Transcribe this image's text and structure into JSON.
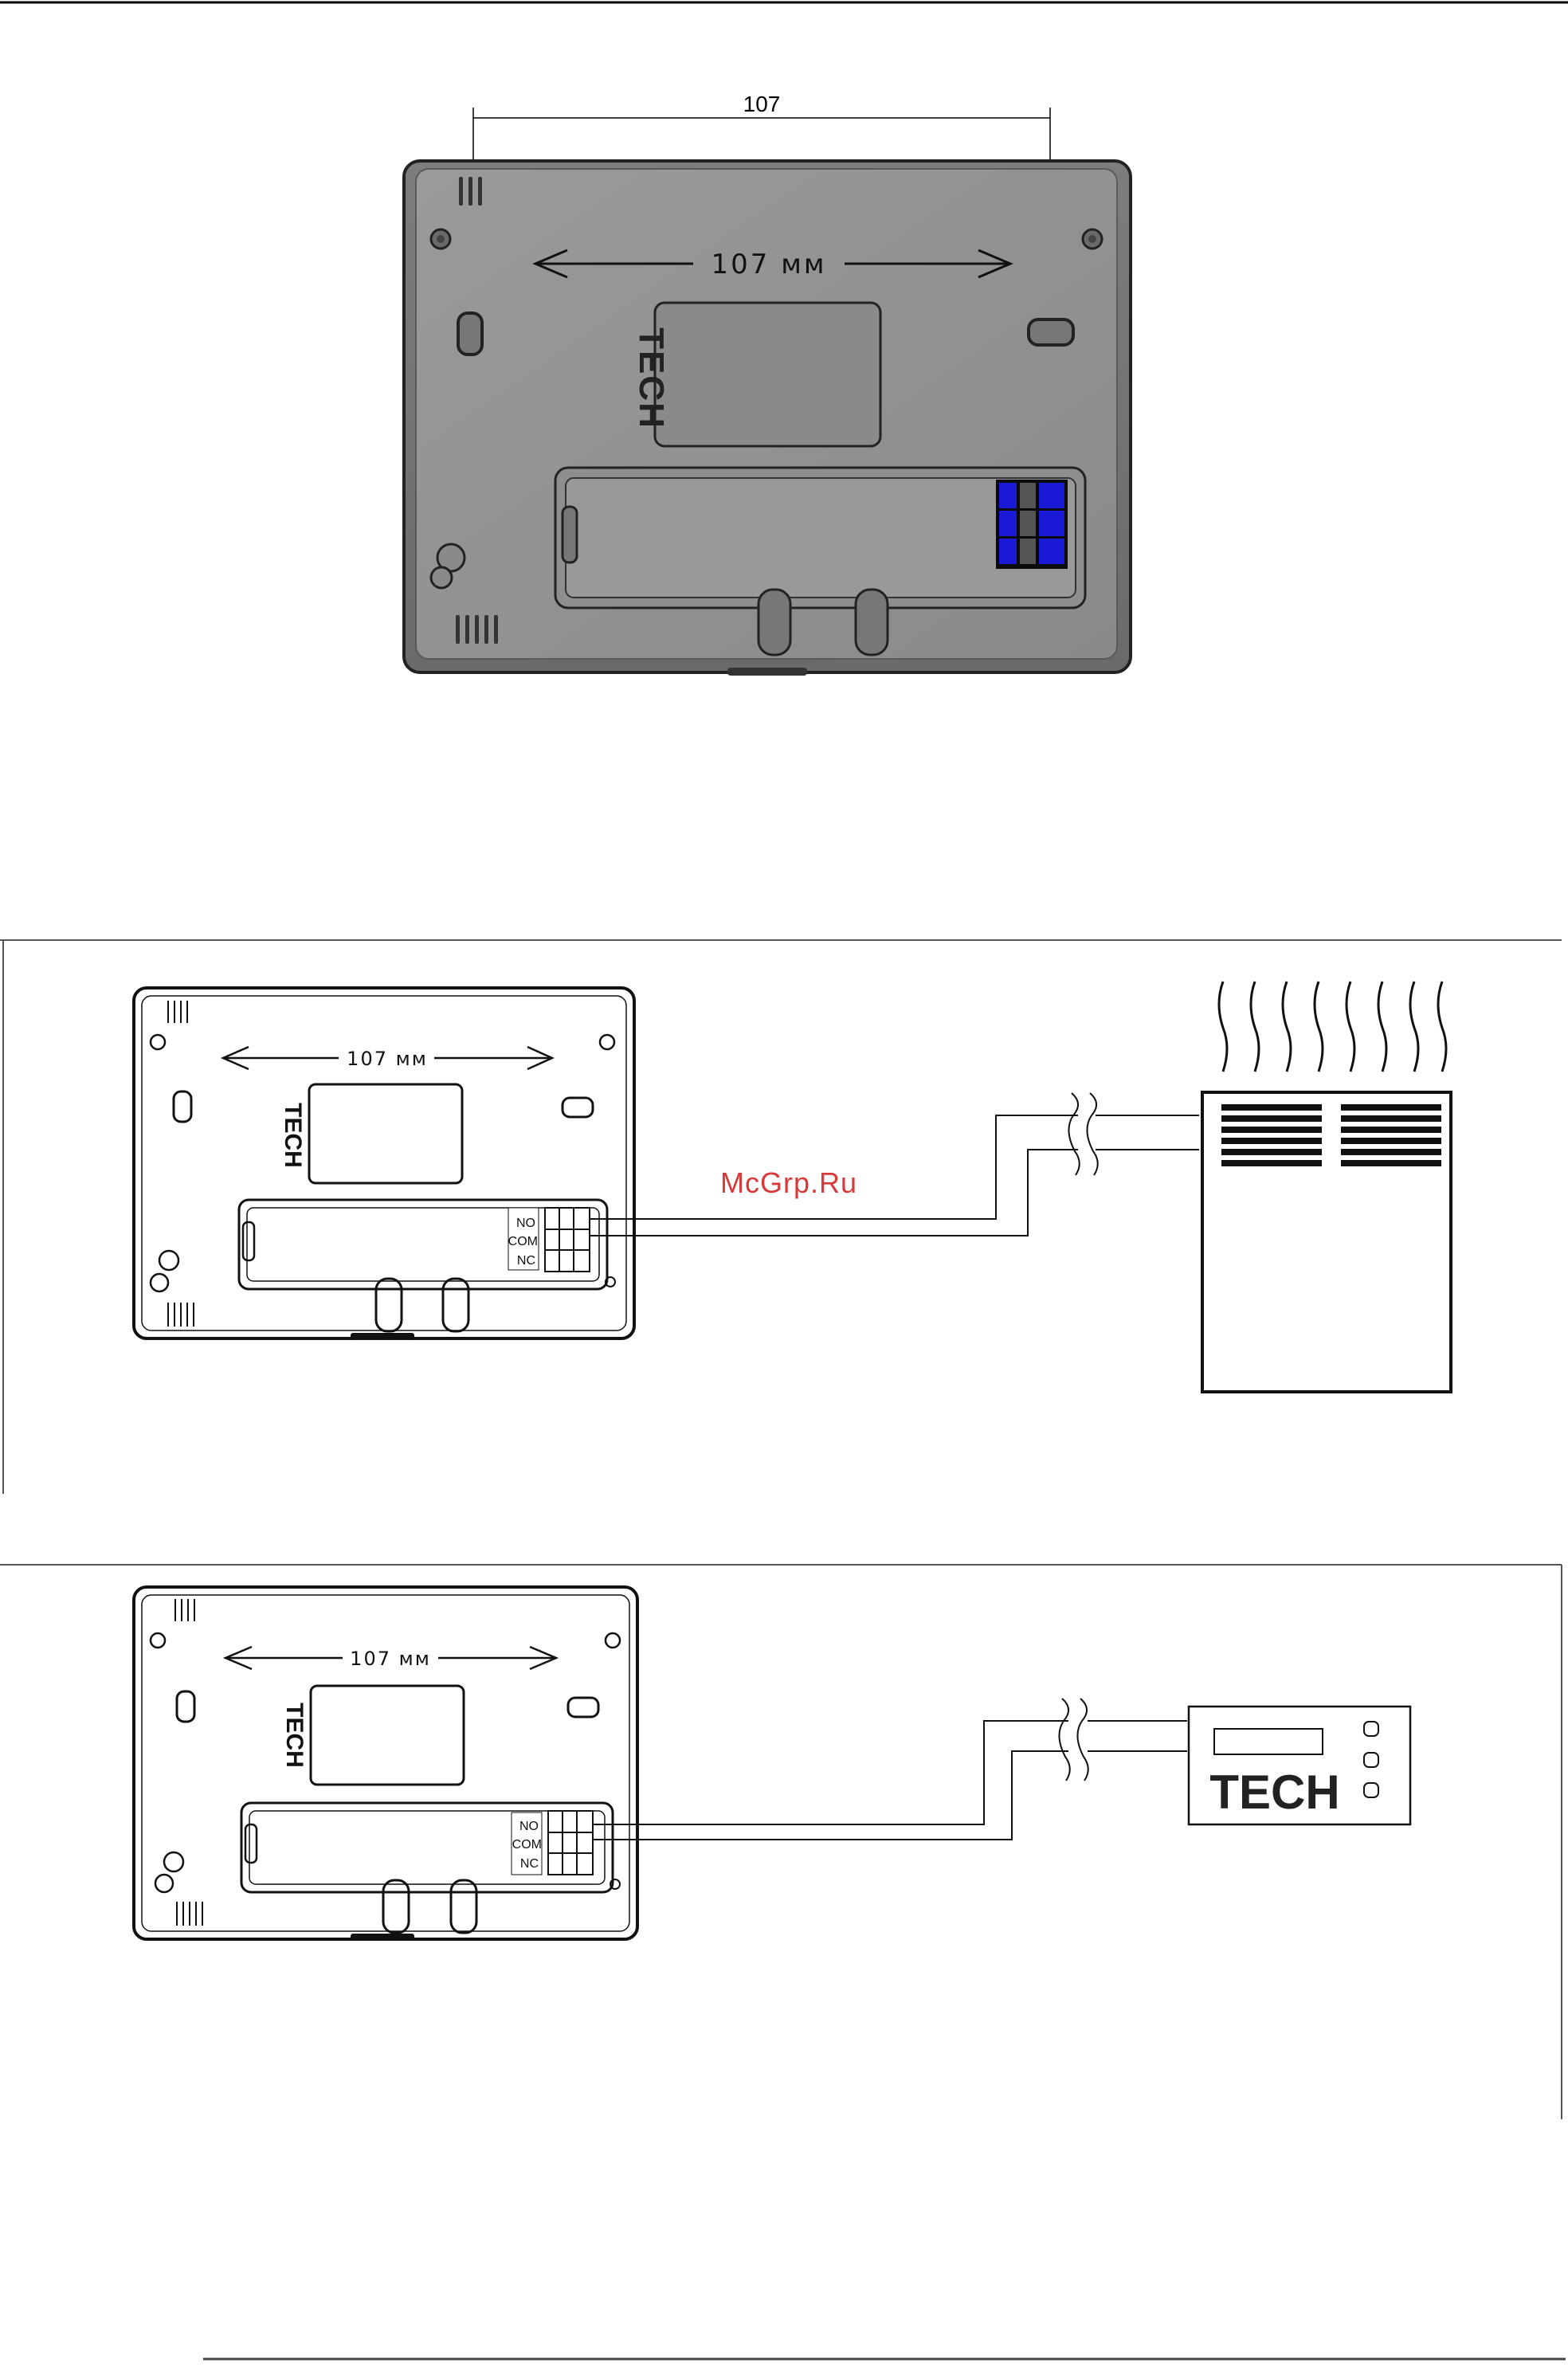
{
  "top_figure": {
    "dimension_value": "107",
    "engraved_dimension": "107 мм",
    "logo_text": "TECH"
  },
  "wiring_heater": {
    "engraved_dimension": "107 мм",
    "logo_text": "TECH",
    "terminals": [
      "NO",
      "COM",
      "NC"
    ],
    "watermark": "McGrp.Ru"
  },
  "wiring_controller": {
    "engraved_dimension": "107 мм",
    "logo_text": "TECH",
    "terminals": [
      "NO",
      "COM",
      "NC"
    ],
    "controller_brand": "TECH"
  },
  "colors": {
    "terminal_blue": "#1a1ad6",
    "housing_fill": "#8c8c8c",
    "watermark_red": "#d63a3a"
  }
}
